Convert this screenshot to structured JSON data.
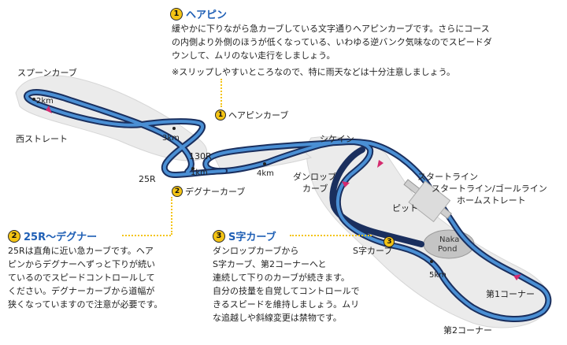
{
  "sections": [
    {
      "number": "1",
      "title": "ヘアピン",
      "description": [
        "緩やかに下りながら急カーブしている文字通りヘアピンカーブです。さらにコース",
        "の内側より外側のほうが低くなっている、いわゆる逆バンク気味なのでスピードダ",
        "ウンして、ムリのない走行をしましょう。",
        "※スリップしやすいところなので、特に雨天などは十分注意しましょう。"
      ]
    },
    {
      "number": "2",
      "title": "25R〜デグナー",
      "description": [
        "25Rは直角に近い急カーブです。ヘア",
        "ピンからデグナーへずっと下りが続い",
        "ているのでスピードコントロールして",
        "ください。デグナーカーブから道幅が",
        "狭くなっていますので注意が必要です。"
      ]
    },
    {
      "number": "3",
      "title": "S字カーブ",
      "description": [
        "ダンロップカーブから",
        "S字カーブ、第2コーナーへと",
        "連続して下りのカーブが続きます。",
        "自分の技量を自覚してコントロールで",
        "きるスピードを維持しましょう。ムリ",
        "な追越しや斜線変更は禁物です。"
      ]
    }
  ],
  "map_labels": {
    "spoon": "スプーンカーブ",
    "km2": "2km",
    "west_straight": "西ストレート",
    "hairpin_curve": "ヘアピンカーブ",
    "km3": "3km",
    "r130": "130R",
    "km1": "1km",
    "r25": "25R",
    "degner": "デグナーカーブ",
    "chicane": "シケイン",
    "km4": "4km",
    "dunlop_1": "ダンロップ",
    "dunlop_2": "カーブ",
    "start_line": "スタートライン",
    "start_goal": "スタートライン/ゴールライン",
    "home_straight": "ホームストレート",
    "pit": "ピット",
    "pond_1": "Naka",
    "pond_2": "Pond",
    "s_curve": "S字カーブ",
    "km5": "5km",
    "corner1": "第1コーナー",
    "corner2": "第2コーナー"
  },
  "markers": {
    "m1": "1",
    "m2": "2",
    "m3": "3"
  },
  "colors": {
    "track_blue": "#4a8fd4",
    "track_outline": "#1a2f5e",
    "title_blue": "#1f5fb5",
    "badge_yellow": "#f4c414",
    "arrow_pink": "#d42a6e",
    "surround_gray": "#e6e6e6",
    "pond_gray": "#bdbdbd"
  }
}
